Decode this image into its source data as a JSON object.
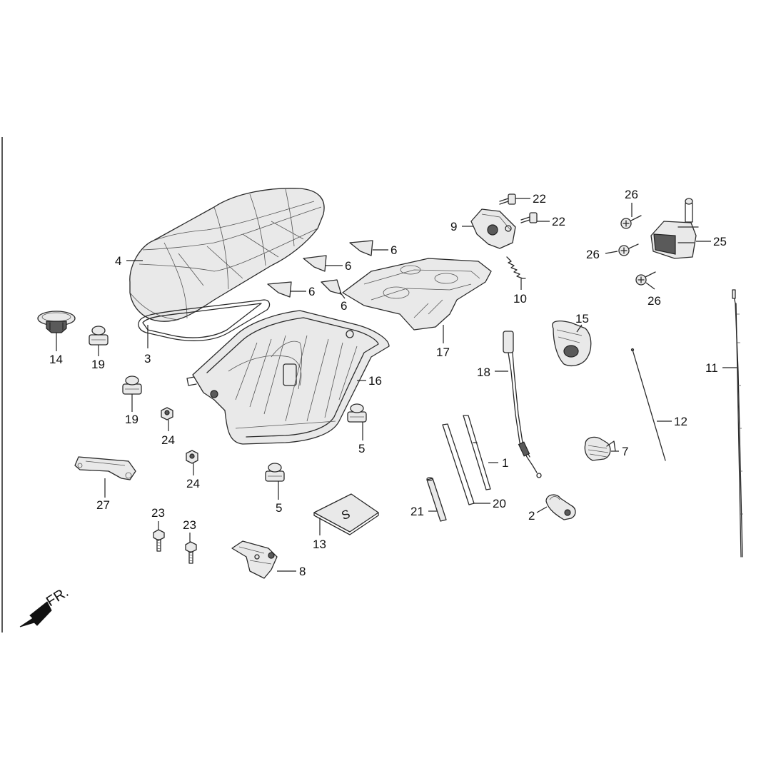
{
  "callouts": [
    {
      "id": "c1",
      "text": "1"
    },
    {
      "id": "c2",
      "text": "2"
    },
    {
      "id": "c3",
      "text": "3"
    },
    {
      "id": "c4",
      "text": "4"
    },
    {
      "id": "c5a",
      "text": "5"
    },
    {
      "id": "c5b",
      "text": "5"
    },
    {
      "id": "c6a",
      "text": "6"
    },
    {
      "id": "c6b",
      "text": "6"
    },
    {
      "id": "c6c",
      "text": "6"
    },
    {
      "id": "c6d",
      "text": "6"
    },
    {
      "id": "c7",
      "text": "7"
    },
    {
      "id": "c8",
      "text": "8"
    },
    {
      "id": "c9",
      "text": "9"
    },
    {
      "id": "c10",
      "text": "10"
    },
    {
      "id": "c11",
      "text": "11"
    },
    {
      "id": "c12",
      "text": "12"
    },
    {
      "id": "c13",
      "text": "13"
    },
    {
      "id": "c14",
      "text": "14"
    },
    {
      "id": "c15",
      "text": "15"
    },
    {
      "id": "c16",
      "text": "16"
    },
    {
      "id": "c17",
      "text": "17"
    },
    {
      "id": "c18",
      "text": "18"
    },
    {
      "id": "c19a",
      "text": "19"
    },
    {
      "id": "c19b",
      "text": "19"
    },
    {
      "id": "c20",
      "text": "20"
    },
    {
      "id": "c21",
      "text": "21"
    },
    {
      "id": "c22a",
      "text": "22"
    },
    {
      "id": "c22b",
      "text": "22"
    },
    {
      "id": "c23a",
      "text": "23"
    },
    {
      "id": "c23b",
      "text": "23"
    },
    {
      "id": "c24a",
      "text": "24"
    },
    {
      "id": "c24b",
      "text": "24"
    },
    {
      "id": "c25",
      "text": "25"
    },
    {
      "id": "c26a",
      "text": "26"
    },
    {
      "id": "c26b",
      "text": "26"
    },
    {
      "id": "c26c",
      "text": "26"
    },
    {
      "id": "c27",
      "text": "27"
    }
  ],
  "front_indicator": {
    "text": "FR.",
    "icon": "front-arrow-icon"
  },
  "manual_mark": "S"
}
